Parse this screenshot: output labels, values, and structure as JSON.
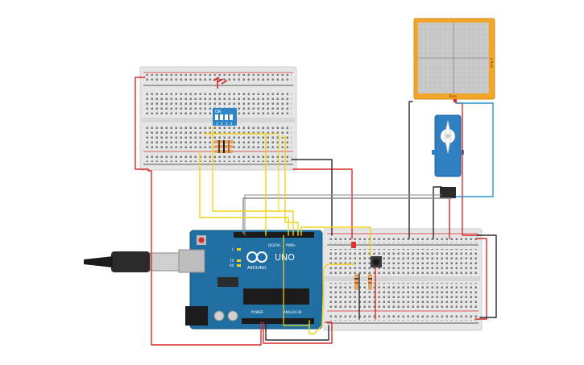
{
  "canvas": {
    "background": "#ffffff"
  },
  "components": {
    "arduino": {
      "board_label": "UNO",
      "brand_label": "ARDUINO",
      "section_digital": "DIGITAL",
      "section_pwm": "PWM~",
      "section_power": "POWER",
      "section_analog": "ANALOG IN",
      "led_labels": [
        "L",
        "TX",
        "RX"
      ],
      "color": "#1f6fa3"
    },
    "dip_switch": {
      "label": "ON",
      "positions": [
        "1",
        "2",
        "3",
        "4"
      ],
      "color": "#2f86c7"
    },
    "plotter": {
      "side_label": "y Axis",
      "bottom_label": "Time",
      "frame_color": "#f2a526",
      "screen_color": "#c9c9c9"
    },
    "servo": {
      "color": "#2f7fc1"
    },
    "breadboard_top": {
      "color": "#e3e3e3"
    },
    "breadboard_bottom": {
      "color": "#e3e3e3"
    }
  },
  "wire_colors": {
    "red": "#d62b2b",
    "black": "#2b2b2b",
    "yellow": "#f2d31b",
    "gray": "#8a8a8a",
    "blue": "#2a95d6"
  }
}
